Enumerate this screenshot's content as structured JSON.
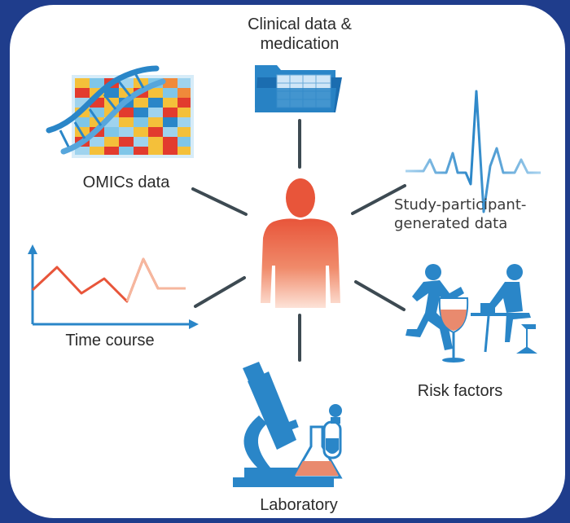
{
  "nodes": {
    "clinical": "Clinical data & medication",
    "clinical_line1": "Clinical data &",
    "clinical_line2": "medication",
    "omics": "OMICs data",
    "study_line1": "Study-participant-",
    "study_line2": "generated data",
    "time_course": "Time course",
    "risk": "Risk factors",
    "laboratory": "Laboratory"
  },
  "icons": {
    "center": "person-icon",
    "clinical": "folder-spreadsheet-icon",
    "omics": "dna-heatmap-icon",
    "study": "heartbeat-icon",
    "time_course": "line-chart-icon",
    "risk": "runner-wine-desk-icon",
    "laboratory": "microscope-flask-icon"
  },
  "colors": {
    "frame": "#1f3d8c",
    "card": "#ffffff",
    "blue": "#2a86c8",
    "person": "#e9613f",
    "line": "#3d4a52"
  }
}
